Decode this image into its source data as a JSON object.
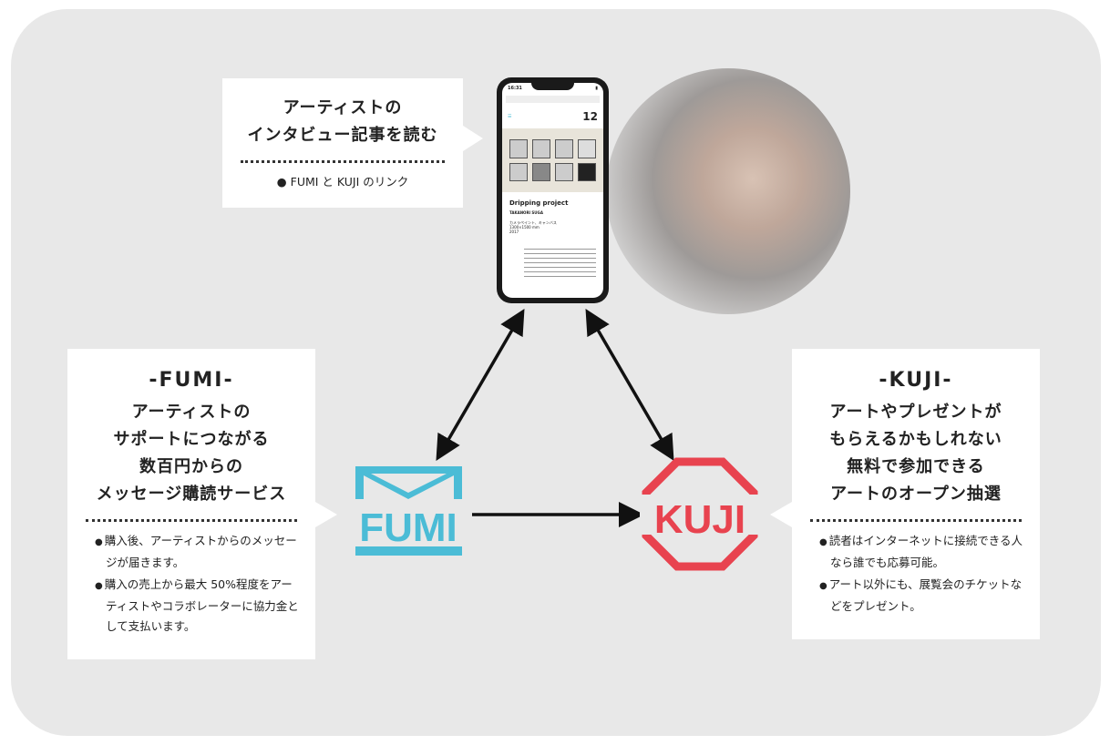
{
  "top_callout": {
    "title_lines": [
      "アーティストの",
      "インタビュー記事を読む"
    ],
    "bullets": [
      "FUMI と KUJI のリンク"
    ]
  },
  "phone": {
    "time": "16:31",
    "heading": "12",
    "article_title": "Dripping project",
    "artist": "TAKANORI SUGA",
    "meta": [
      "カメラペイント、キャンバス",
      "1300×1500 mm",
      "2017"
    ]
  },
  "fumi": {
    "heading": "-FUMI-",
    "title_lines": [
      "アーティストの",
      "サポートにつながる",
      "数百円からの",
      "メッセージ購読サービス"
    ],
    "bullets": [
      "購入後、アーティストからのメッセージが届きます。",
      "購入の売上から最大 50%程度をアーティストやコラボレーターに協力金として支払います。"
    ],
    "logo": "FUMI",
    "color": "#4bbcd6"
  },
  "kuji": {
    "heading": "-KUJI-",
    "title_lines": [
      "アートやプレゼントが",
      "もらえるかもしれない",
      "無料で参加できる",
      "アートのオープン抽選"
    ],
    "bullets": [
      "読者はインターネットに接続できる人なら誰でも応募可能。",
      "アート以外にも、展覧会のチケットなどをプレゼント。"
    ],
    "logo": "KUJI",
    "color": "#e8434f"
  }
}
